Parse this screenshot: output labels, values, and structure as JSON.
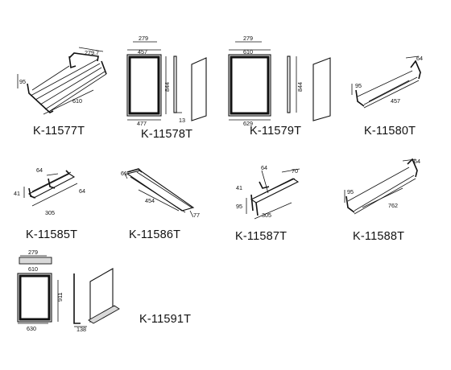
{
  "products": [
    {
      "model": "K-11577T",
      "dims": {
        "w": "279.7",
        "h": "95",
        "l": "610"
      }
    },
    {
      "model": "K-11578T",
      "dims": {
        "top": "279",
        "inner": "457",
        "bottom": "477",
        "height": "844",
        "depth": "13"
      }
    },
    {
      "model": "K-11579T",
      "dims": {
        "top": "279",
        "inner": "610",
        "bottom": "629",
        "height": "844"
      }
    },
    {
      "model": "K-11580T",
      "dims": {
        "h": "95",
        "d": "64",
        "l": "457"
      }
    },
    {
      "model": "K-11585T",
      "dims": {
        "a": "64",
        "b": "41",
        "c": "64",
        "l": "305"
      }
    },
    {
      "model": "K-11586T",
      "dims": {
        "a": "61",
        "l": "454",
        "b": "77"
      }
    },
    {
      "model": "K-11587T",
      "dims": {
        "a": "64",
        "b": "70",
        "c": "41",
        "h": "95",
        "l": "305"
      }
    },
    {
      "model": "K-11588T",
      "dims": {
        "h": "95",
        "d": "64",
        "l": "762"
      }
    },
    {
      "model": "K-11591T",
      "dims": {
        "top": "279",
        "inner": "610",
        "bottom": "630",
        "height": "911",
        "depth": "138"
      }
    }
  ]
}
